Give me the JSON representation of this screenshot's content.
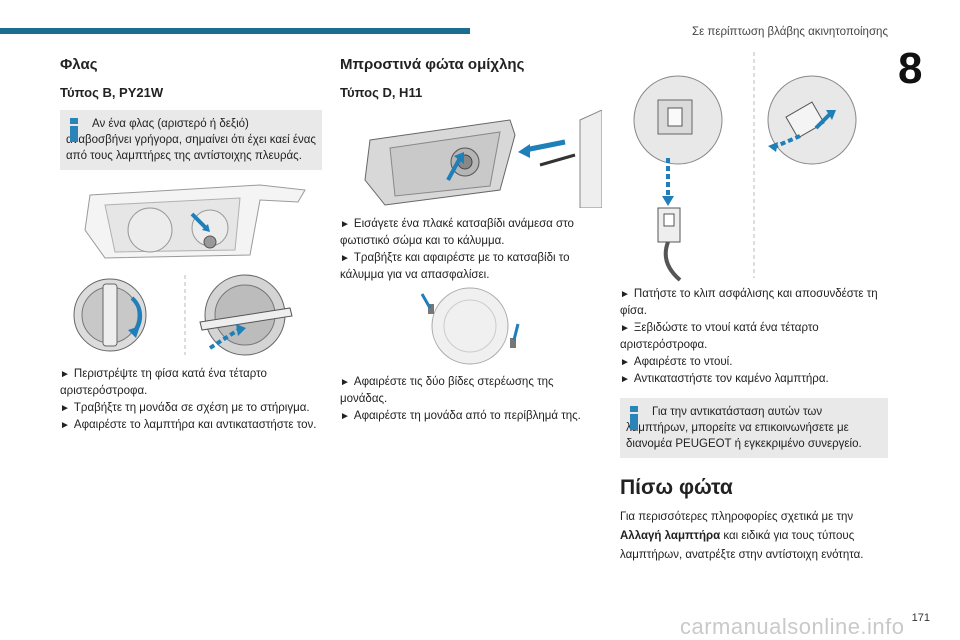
{
  "header": {
    "title": "Σε περίπτωση βλάβης ακινητοποίησης",
    "chapter": "8"
  },
  "col1": {
    "heading": "Φλας",
    "subheading": "Τύπος B, PY21W",
    "info": "Αν ένα φλας (αριστερό ή δεξιό) αναβοσβήνει γρήγορα, σημαίνει ότι έχει καεί ένας από τους λαμπτήρες της αντίστοιχης πλευράς.",
    "steps": [
      "Περιστρέψτε τη φίσα κατά ένα τέταρτο αριστερόστροφα.",
      "Τραβήξτε τη μονάδα σε σχέση με το στήριγμα.",
      "Αφαιρέστε το λαμπτήρα και αντικαταστήστε τον."
    ]
  },
  "col2": {
    "heading": "Μπροστινά φώτα ομίχλης",
    "subheading": "Τύπος D, H11",
    "steps_a": [
      "Εισάγετε ένα πλακέ κατσαβίδι ανάμεσα στο φωτιστικό σώμα και το κάλυμμα.",
      "Τραβήξτε και αφαιρέστε με το κατσαβίδι το κάλυμμα για να απασφαλίσει."
    ],
    "steps_b": [
      "Αφαιρέστε τις δύο βίδες στερέωσης της μονάδας.",
      "Αφαιρέστε τη μονάδα από το περίβλημά της."
    ]
  },
  "col3": {
    "steps": [
      "Πατήστε το κλιπ ασφάλισης και αποσυνδέστε τη φίσα.",
      "Ξεβιδώστε το ντουί κατά ένα τέταρτο αριστερόστροφα.",
      "Αφαιρέστε το ντουί.",
      "Αντικαταστήστε τον καμένο λαμπτήρα."
    ],
    "info": "Για την αντικατάσταση αυτών των λαμπτήρων, μπορείτε να επικοινωνήσετε με διανομέα PEUGEOT ή εγκεκριμένο συνεργείο.",
    "section_title": "Πίσω φώτα",
    "para_before": "Για περισσότερες πληροφορίες σχετικά με την ",
    "para_bold": "Αλλαγή λαμπτήρα",
    "para_after": " και ειδικά για τους τύπους λαμπτήρων, ανατρέξτε στην αντίστοιχη ενότητα."
  },
  "footer": {
    "page": "171",
    "watermark": "carmanualsonline.info"
  },
  "colors": {
    "accent": "#1a6f8f",
    "info_bg": "#e9e9e9",
    "arrow": "#1f7fb8"
  }
}
